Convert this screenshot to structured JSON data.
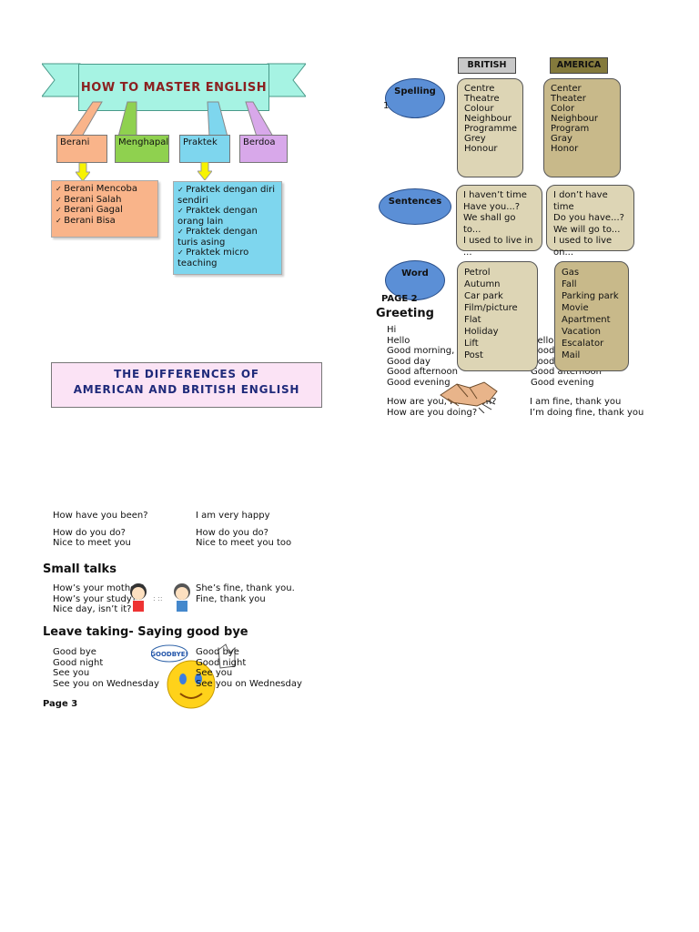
{
  "page2": {
    "banner_title": "HOW TO MASTER ENGLISH",
    "categories": [
      "Berani",
      "Menghapal",
      "Praktek",
      "Berdoa"
    ],
    "berani_list": [
      "Berani Mencoba",
      "Berani Salah",
      "Berani Gagal",
      "Berani Bisa"
    ],
    "praktek_list": [
      "Praktek dengan diri sendiri",
      "Praktek dengan orang lain",
      "Praktek dengan turis asing",
      "Praktek micro teaching"
    ],
    "differences_title_line1": "THE DIFFERENCES OF",
    "differences_title_line2": "AMERICAN AND BRITISH ENGLISH",
    "page_label": "PAGE 2",
    "greeting_heading": "Greeting",
    "greeting_left": [
      "Hi",
      "Hello",
      "Good morning, …",
      "Good day",
      "Good afternoon",
      "Good evening"
    ],
    "greeting_right": [
      "",
      "Hello",
      "Good",
      "Good",
      "Good afternoon",
      "Good evening"
    ],
    "greeting_q_left": [
      "How are you, Mr Kokoh?",
      "How are you doing?"
    ],
    "greeting_q_right": [
      "I am fine, thank you",
      "I’m doing fine, thank you"
    ]
  },
  "compare": {
    "british_header": "BRITISH",
    "america_header": "AMERICA",
    "row_labels": [
      "Spelling",
      "Sentences",
      "Word"
    ],
    "spelling_british": [
      "Centre",
      "Theatre",
      "Colour",
      "Neighbour",
      "Programme",
      "Grey",
      "Honour"
    ],
    "spelling_america": [
      "Center",
      "Theater",
      "Color",
      "Neighbour",
      "Program",
      "Gray",
      "Honor"
    ],
    "sentences_british": [
      "I haven’t time",
      "Have you...?",
      "We shall go to...",
      "I used to live in ..."
    ],
    "sentences_america": [
      "I don’t have time",
      "Do you have...?",
      "We will go to...",
      "I used to live on..."
    ],
    "word_british": [
      "Petrol",
      "Autumn",
      "Car park",
      "Film/picture",
      "Flat",
      "Holiday",
      "Lift",
      "Post"
    ],
    "word_america": [
      "Gas",
      "Fall",
      "Parking park",
      "Movie",
      "Apartment",
      "Vacation",
      "Escalator",
      "Mail"
    ]
  },
  "page3": {
    "lines_a_left": [
      "How have you been?",
      "",
      "How do you do?",
      "Nice to meet you"
    ],
    "lines_a_right": [
      "I am very happy",
      "",
      "How do you do?",
      "Nice to meet you too"
    ],
    "small_talks_heading": "Small talks",
    "small_left": [
      "How’s your mother?",
      "How’s your study?",
      "Nice day, isn’t it?"
    ],
    "small_right": [
      "She’s fine, thank you.",
      "Fine, thank you",
      ""
    ],
    "leave_heading": "Leave taking- Saying good bye",
    "leave_left": [
      "Good bye",
      "Good night",
      "See you",
      "See you on Wednesday"
    ],
    "leave_right": [
      "Good bye",
      "Good night",
      "See you",
      "See you on Wednesday"
    ],
    "goodbye_bubble": "GOODBYE!",
    "page_label": "Page 3"
  },
  "colors": {
    "banner": "#a6f3e3",
    "berani": "#f9b48a",
    "menghapal": "#8fd14f",
    "praktek": "#7ed6ee",
    "berdoa": "#d8a8ea",
    "differences_bg": "#fbe3f5",
    "oval": "#5b8fd6"
  }
}
